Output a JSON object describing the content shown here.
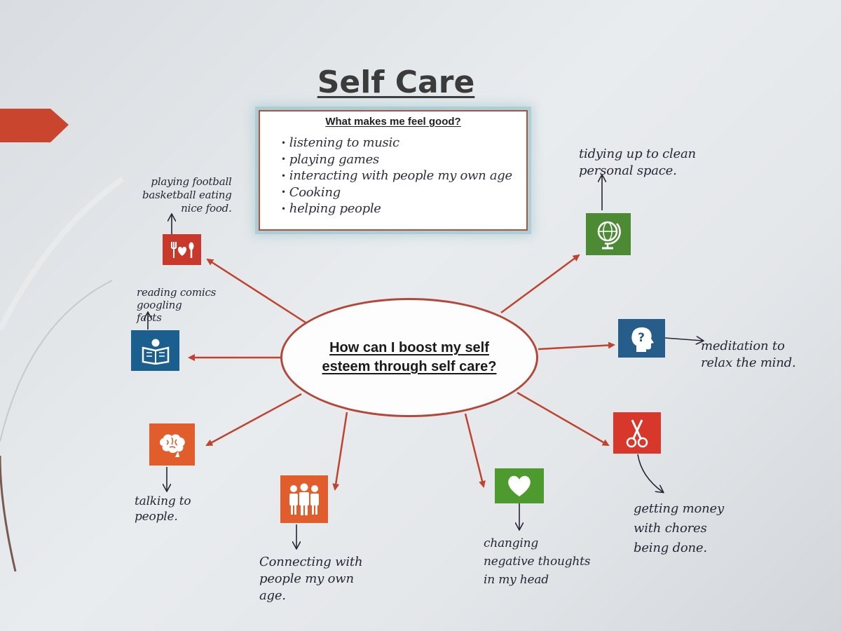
{
  "title": "Self Care",
  "feel_good": {
    "heading": "What makes me feel good?",
    "items": [
      "listening to music",
      "playing games",
      "interacting with people my own age",
      "Cooking",
      "helping people"
    ]
  },
  "center_question": "How can I boost my self esteem through self care?",
  "icons": {
    "food": {
      "color": "#c8392b",
      "icon": "fork-heart-spoon-icon"
    },
    "globe": {
      "color": "#4d8a34",
      "icon": "globe-icon"
    },
    "reading": {
      "color": "#1b5f8f",
      "icon": "reading-person-icon"
    },
    "head": {
      "color": "#275d8a",
      "icon": "head-question-icon"
    },
    "brain": {
      "color": "#e25d2c",
      "icon": "brain-icon"
    },
    "people": {
      "color": "#e25d2c",
      "icon": "group-people-icon"
    },
    "heart": {
      "color": "#4d9a2f",
      "icon": "heart-icon"
    },
    "scissors": {
      "color": "#d8382c",
      "icon": "scissors-icon"
    }
  },
  "notes": {
    "food": "playing football\nbasketball eating\nnice food.",
    "globe": "tidying up to clean\npersonal space.",
    "reading": "reading comics\ngoogling\nfacts",
    "head": "meditation to\nrelax the mind.",
    "brain": "talking to\npeople.",
    "people": "Connecting with\npeople my own\nage.",
    "heart": "changing\nnegative thoughts\nin my head",
    "scissors": "getting money\nwith chores\nbeing done."
  },
  "colors": {
    "arrow": "#c0432f",
    "accent": "#c9452e",
    "ink": "#262636"
  }
}
